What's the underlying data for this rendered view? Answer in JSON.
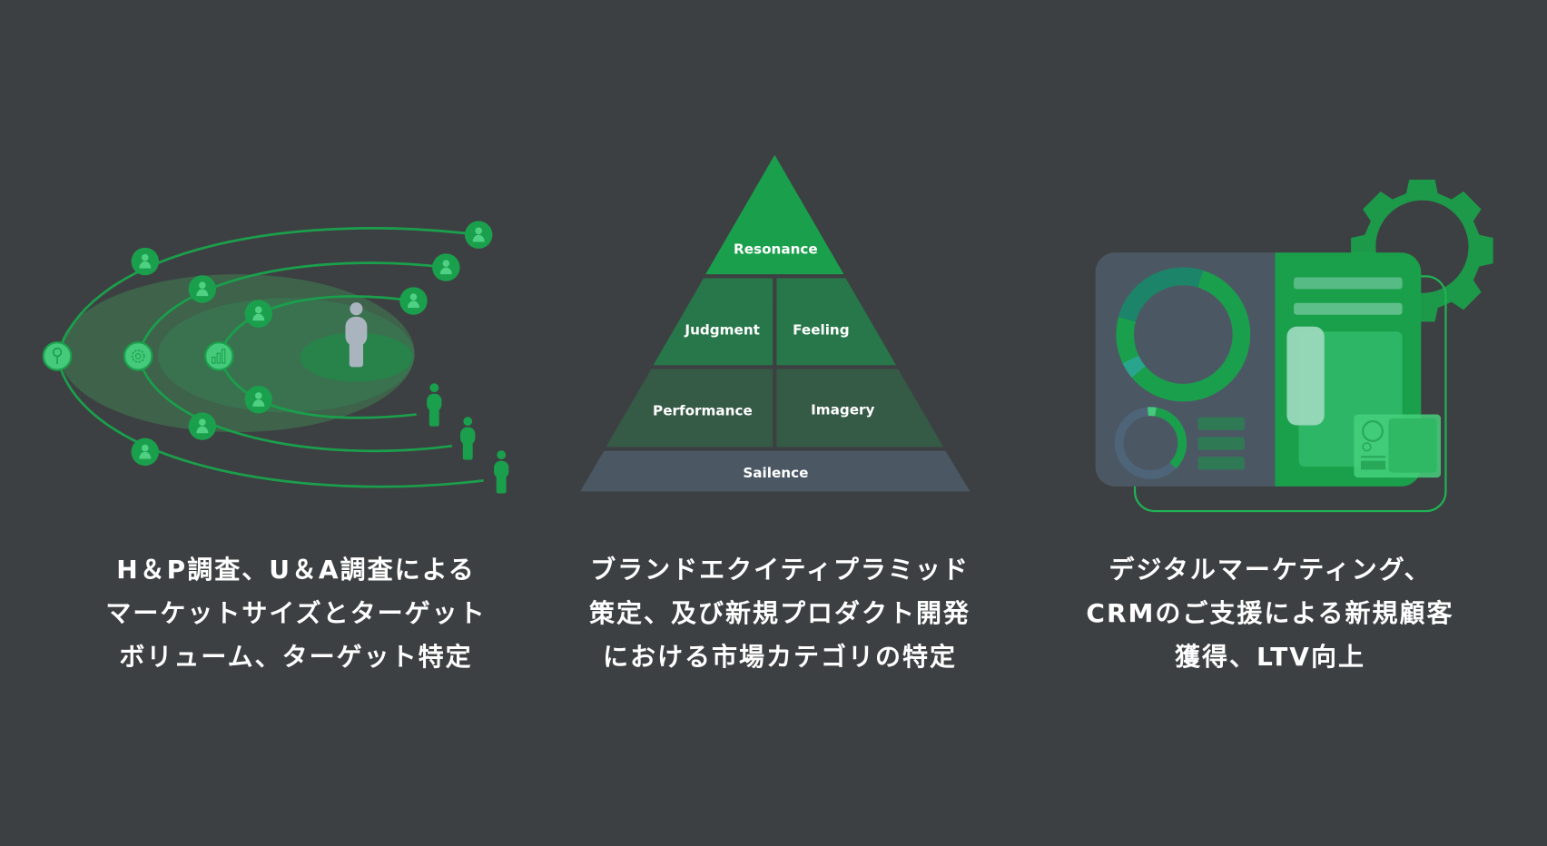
{
  "panels": [
    {
      "title": "target-market",
      "caption": [
        "H＆P調査、U＆A調査による",
        "マーケットサイズとターゲット",
        "ボリューム、ターゲット特定"
      ]
    },
    {
      "title": "brand-equity-pyramid",
      "pyramid": {
        "top": "Resonance",
        "tier2": [
          "Judgment",
          "Feeling"
        ],
        "tier3": [
          "Performance",
          "Imagery"
        ],
        "base": "Sailence"
      },
      "caption": [
        "ブランドエクイティプラミッド",
        "策定、及び新規プロダクト開発",
        "における市場カテゴリの特定"
      ]
    },
    {
      "title": "digital-marketing-crm",
      "caption": [
        "デジタルマーケティング、",
        "CRMのご支援による新規顧客",
        "獲得、LTV向上"
      ]
    }
  ],
  "colors": {
    "background": "#3d4042",
    "accent": "#1a9f4b",
    "accent_light": "#45c97a",
    "slate": "#4b5864"
  }
}
